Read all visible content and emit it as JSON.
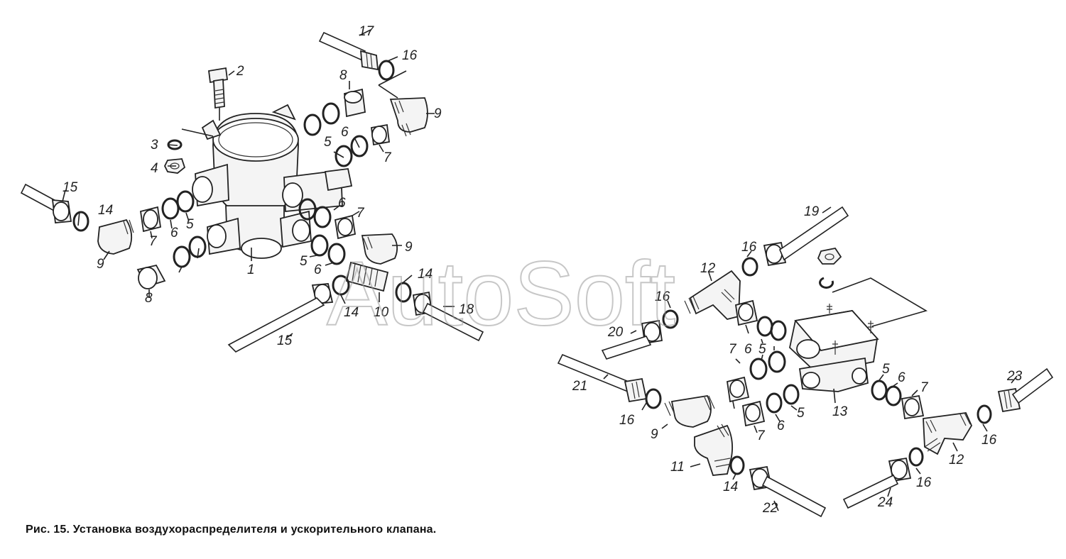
{
  "caption": "Рис. 15. Установка воздухораспределителя и ускорительного клапана.",
  "watermark": "AutoSoft",
  "callouts": [
    "1",
    "2",
    "3",
    "4",
    "5",
    "6",
    "7",
    "8",
    "9",
    "10",
    "11",
    "12",
    "13",
    "14",
    "15",
    "16",
    "17",
    "18",
    "19",
    "20",
    "21",
    "22",
    "23",
    "24"
  ]
}
